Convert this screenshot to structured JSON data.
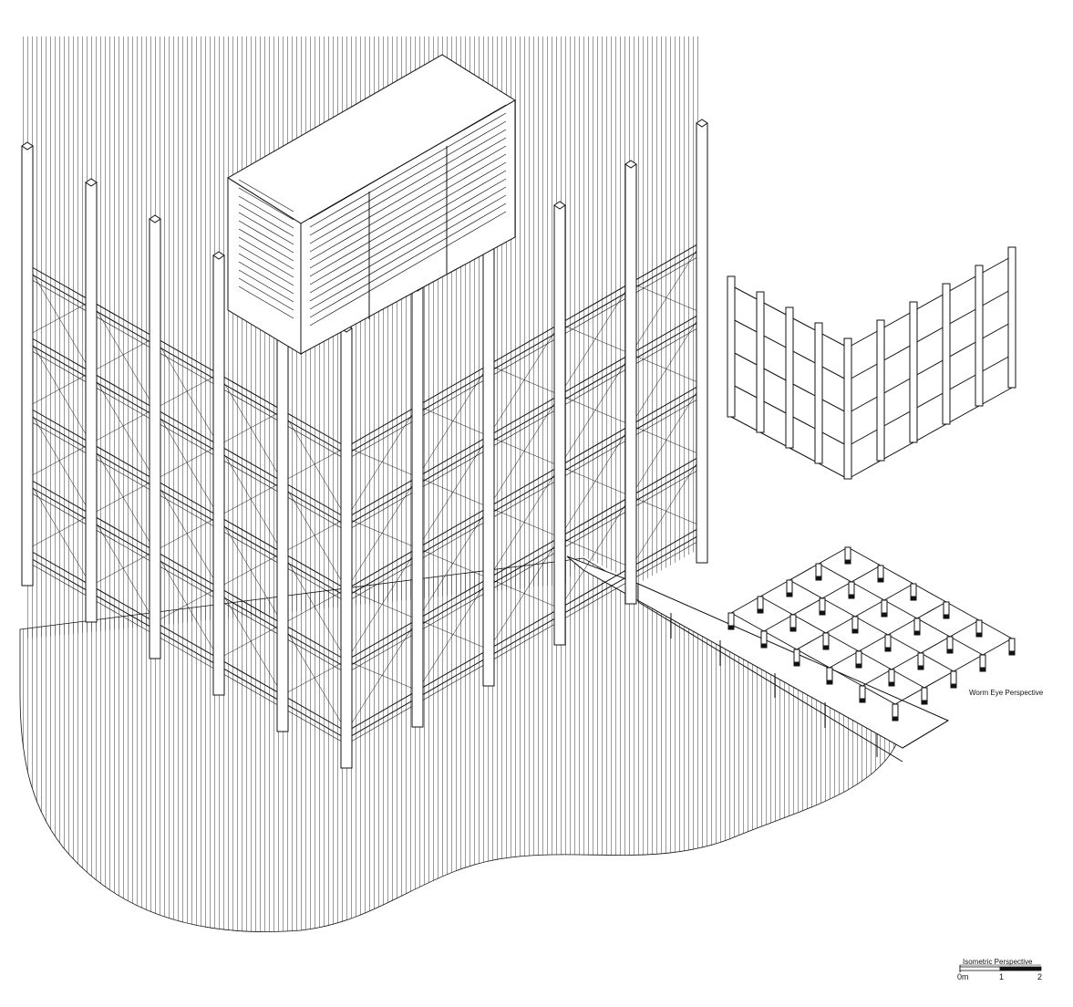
{
  "captions": {
    "worm_eye": "Worm Eye Perspective",
    "isometric": "Isometric Perspective"
  },
  "scale_bar": {
    "labels": [
      "0m",
      "1",
      "2"
    ]
  },
  "colors": {
    "ink": "#111111",
    "hatch": "#555555",
    "paper": "#ffffff"
  }
}
